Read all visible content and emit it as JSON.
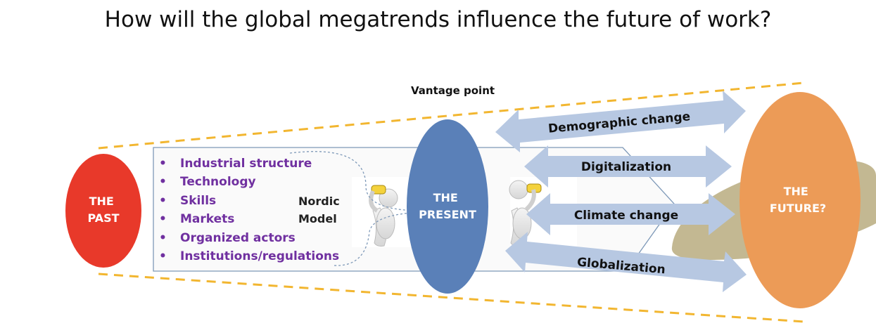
{
  "title": "How will the global megatrends influence the future of work?",
  "vantage_point": "Vantage point",
  "past_label": [
    "THE",
    "PAST"
  ],
  "present_label": [
    "THE",
    "PRESENT"
  ],
  "future_label": [
    "THE",
    "FUTURE?"
  ],
  "factors": [
    "Industrial structure",
    "Technology",
    "Skills",
    "Markets",
    "Organized actors",
    "Institutions/regulations"
  ],
  "nordic_model": [
    "Nordic",
    "Model"
  ],
  "megatrends": [
    "Demographic change",
    "Digitalization",
    "Climate change",
    "Globalization"
  ],
  "colors": {
    "past": "#e8392a",
    "present": "#5a80b8",
    "future": "#ec9b57",
    "arrow": "#b7c8e2",
    "dashed": "#f2b630",
    "factor_text": "#7030a0",
    "blob": "#c3b892"
  }
}
